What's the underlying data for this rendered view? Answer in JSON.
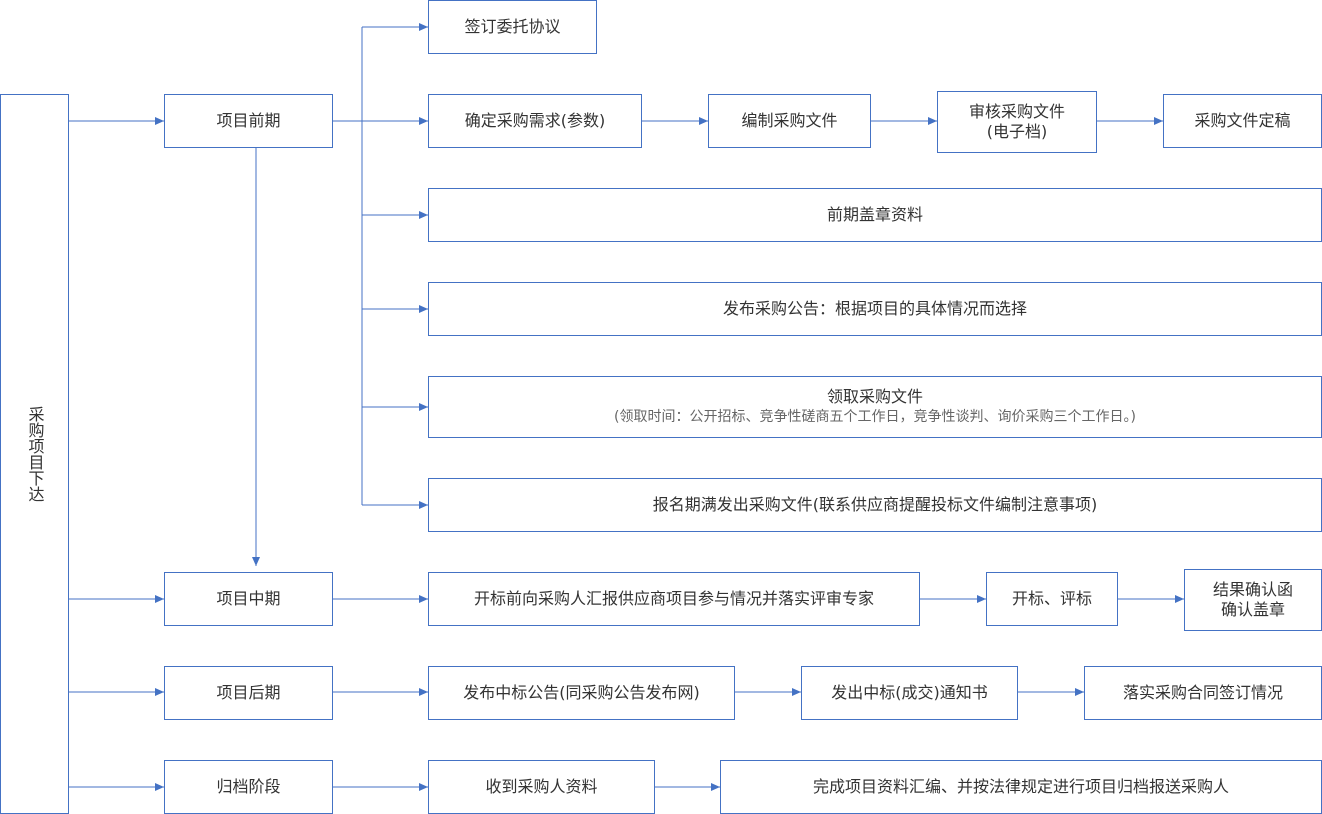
{
  "root": {
    "label": "采购项目下达"
  },
  "phases": {
    "early": "项目前期",
    "middle": "项目中期",
    "late": "项目后期",
    "archive": "归档阶段"
  },
  "early": {
    "sign_agreement": "签订委托协议",
    "determine_needs": "确定采购需求(参数)",
    "prepare_docs": "编制采购文件",
    "review_docs_line1": "审核采购文件",
    "review_docs_line2": "(电子档)",
    "finalize_docs": "采购文件定稿",
    "stamp_materials": "前期盖章资料",
    "publish_notice": "发布采购公告：根据项目的具体情况而选择",
    "collect_docs_title": "领取采购文件",
    "collect_docs_note": "(领取时间：公开招标、竞争性磋商五个工作日，竞争性谈判、询价采购三个工作日。)",
    "registration_end": "报名期满发出采购文件(联系供应商提醒投标文件编制注意事项)"
  },
  "middle": {
    "report": "开标前向采购人汇报供应商项目参与情况并落实评审专家",
    "open_eval": "开标、评标",
    "confirm_line1": "结果确认函",
    "confirm_line2": "确认盖章"
  },
  "late": {
    "publish_award": "发布中标公告(同采购公告发布网)",
    "issue_notice": "发出中标(成交)通知书",
    "contract": "落实采购合同签订情况"
  },
  "archive": {
    "receive": "收到采购人资料",
    "complete": "完成项目资料汇编、并按法律规定进行项目归档报送采购人"
  },
  "colors": {
    "line": "#4472c4",
    "border": "#4472c4",
    "text": "#333333",
    "note": "#666666"
  }
}
